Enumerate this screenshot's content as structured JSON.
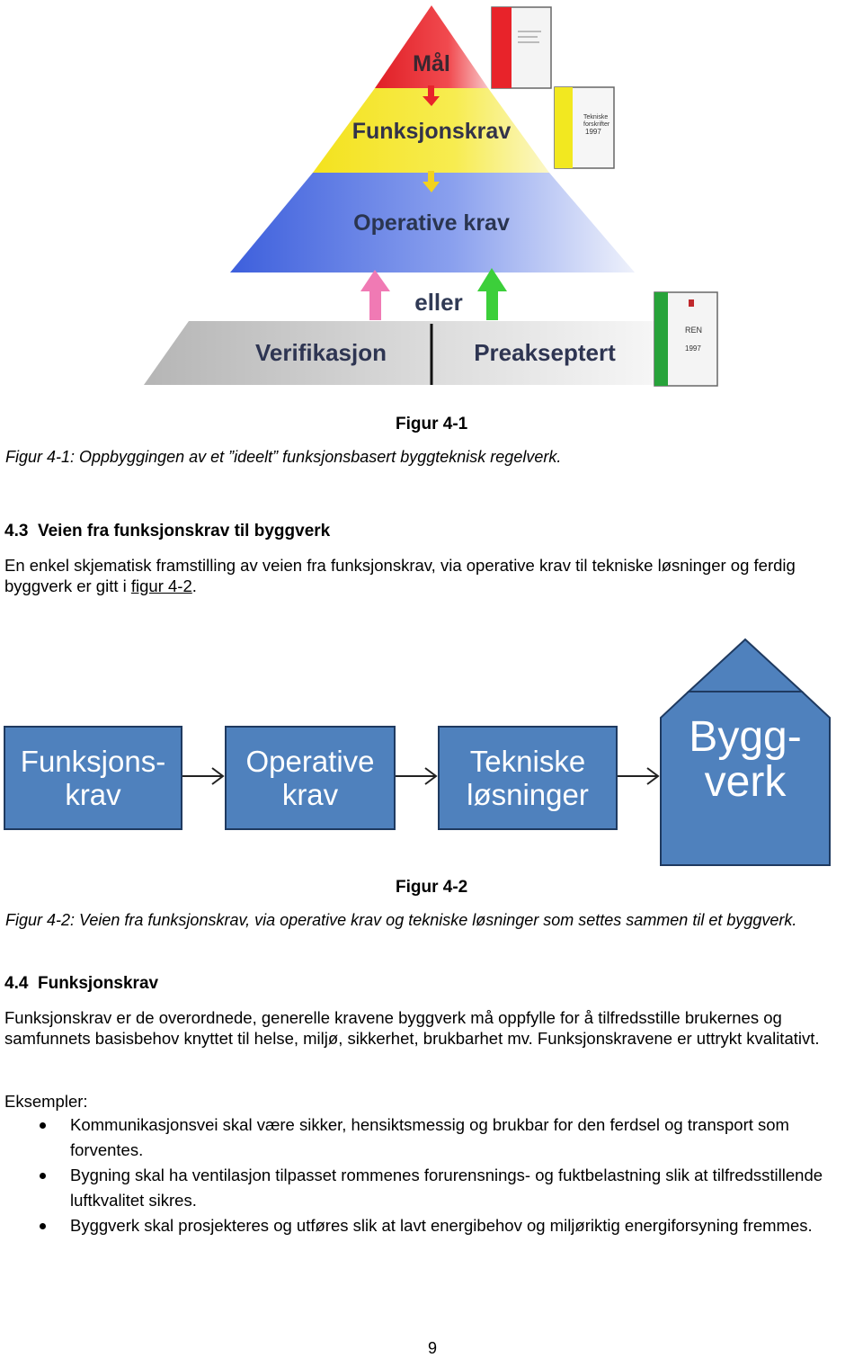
{
  "figure1": {
    "levels": {
      "mal": "Mål",
      "funksjonskrav": "Funksjonskrav",
      "operative_krav": "Operative krav",
      "eller": "eller",
      "verifikasjon": "Verifikasjon",
      "preakseptert": "Preakseptert"
    },
    "book_labels": {
      "book2_line1": "Tekniske",
      "book2_line2": "forskrifter",
      "book2_year": "1997",
      "book3_brand": "REN",
      "book3_year": "1997"
    },
    "colors": {
      "red": "#e8232a",
      "yellow": "#f5ea2a",
      "blue": "#4f6fe0",
      "grey": "#bdbdbd",
      "pink_arrow": "#f07ab4",
      "green_arrow": "#3ccf3a"
    },
    "caption_title": "Figur 4-1",
    "caption_text": "Figur 4-1: Oppbyggingen av et ”ideelt” funksjonsbasert byggteknisk regelverk."
  },
  "section_4_3": {
    "heading_number": "4.3",
    "heading_text": "Veien fra funksjonskrav til byggverk",
    "paragraph_before_link": "En enkel skjematisk framstilling av veien fra funksjonskrav, via operative krav til tekniske løsninger og ferdig byggverk er gitt i ",
    "link_text": "figur 4-2",
    "paragraph_after_link": "."
  },
  "figure2": {
    "boxes": [
      {
        "line1": "Funksjons-",
        "line2": "krav"
      },
      {
        "line1": "Operative",
        "line2": "krav"
      },
      {
        "line1": "Tekniske",
        "line2": "løsninger"
      },
      {
        "line1": "Bygg-",
        "line2": "verk"
      }
    ],
    "box_color": "#4f81bd",
    "caption_title": "Figur 4-2",
    "caption_text": "Figur 4-2: Veien fra funksjonskrav, via operative krav og tekniske løsninger som settes sammen til et byggverk."
  },
  "section_4_4": {
    "heading_number": "4.4",
    "heading_text": "Funksjonskrav",
    "paragraph": "Funksjonskrav er de overordnede, generelle kravene byggverk må oppfylle for å tilfredsstille brukernes og samfunnets basisbehov knyttet til helse, miljø, sikkerhet, brukbarhet mv. Funksjonskravene er uttrykt kvalitativt.",
    "examples_label": "Eksempler:",
    "examples": [
      "Kommunikasjonsvei skal være sikker, hensiktsmessig og brukbar for den ferdsel og transport som forventes.",
      "Bygning skal ha ventilasjon tilpasset rommenes forurensnings- og fuktbelastning slik at tilfredsstillende luftkvalitet sikres.",
      "Byggverk skal prosjekteres og utføres slik at lavt energibehov og miljøriktig energiforsyning fremmes."
    ]
  },
  "page_number": "9"
}
